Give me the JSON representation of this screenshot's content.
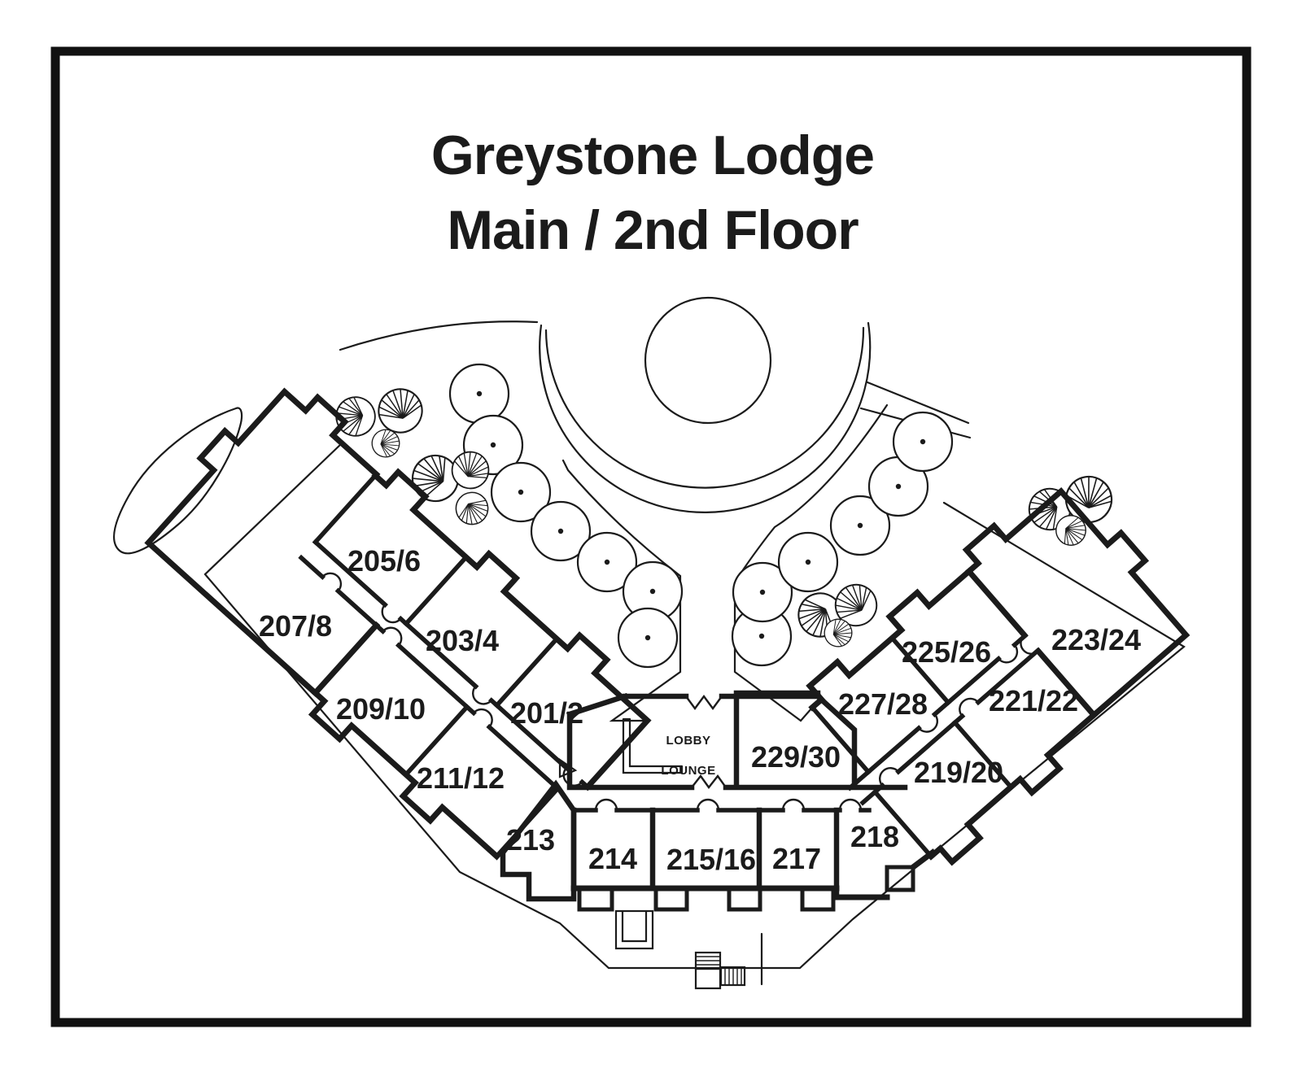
{
  "title": {
    "line1": "Greystone Lodge",
    "line2": "Main / 2nd Floor"
  },
  "areas": {
    "lobby": "LOBBY",
    "lounge": "LOUNGE"
  },
  "rooms": {
    "r205_6": "205/6",
    "r207_8": "207/8",
    "r203_4": "203/4",
    "r209_10": "209/10",
    "r201_2": "201/2",
    "r211_12": "211/12",
    "r213": "213",
    "r214": "214",
    "r215_16": "215/16",
    "r217": "217",
    "r218": "218",
    "r219_20": "219/20",
    "r221_22": "221/22",
    "r223_24": "223/24",
    "r225_26": "225/26",
    "r227_28": "227/28",
    "r229_30": "229/30"
  },
  "colors": {
    "ink": "#1b1b1b",
    "paper": "#ffffff"
  }
}
